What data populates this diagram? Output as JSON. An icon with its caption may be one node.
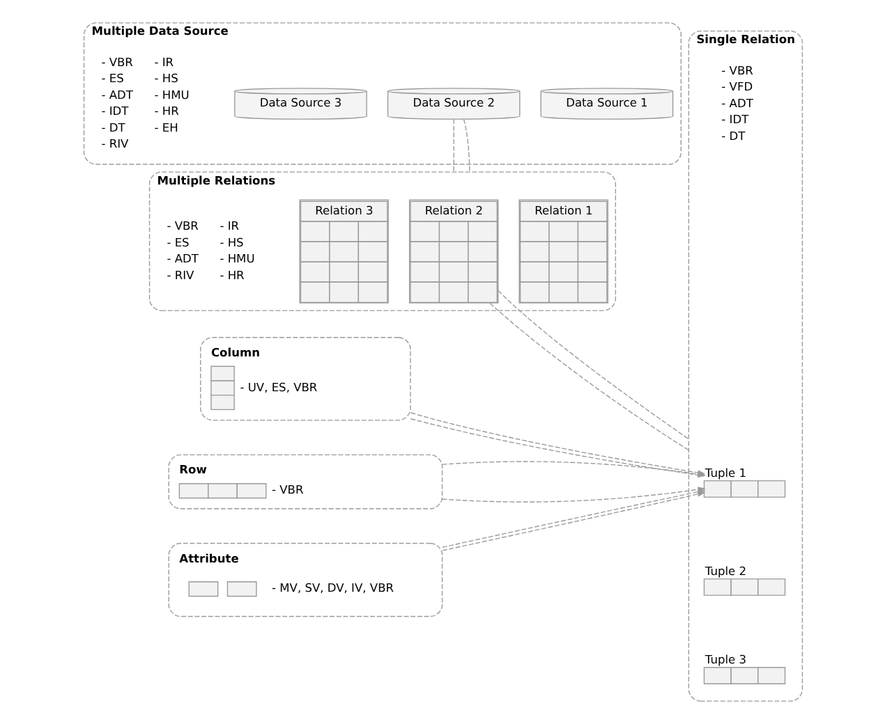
{
  "diagram": {
    "nodes": [
      {
        "text": [
          "Multiple Data Source",
          "- VBR",
          "- ES",
          "- ADT",
          "- IDT",
          "- DT",
          "- RIV",
          "- IR",
          "- HS",
          "- HMU",
          "- HR",
          "- EH"
        ]
      },
      {
        "text": [
          "Data Source 1"
        ],
        "in": 0
      },
      {
        "text": [
          "Data Source 2"
        ],
        "in": 0
      },
      {
        "text": [
          "Data Source 3"
        ],
        "in": 0
      },
      {
        "text": [
          "Multiple Relations",
          "- VBR",
          "- ES",
          "- ADT",
          "- RIV",
          "- IR",
          "- HS",
          "- HMU",
          "- HR"
        ]
      },
      {
        "text": [
          "Relation 1"
        ],
        "in": 4
      },
      {
        "text": [
          "Relation 2"
        ],
        "in": 4
      },
      {
        "text": [
          "Relation 3"
        ],
        "in": 4
      },
      {
        "text": [
          "Single Relation",
          "- VBR",
          "- VFD",
          "- ADT",
          "- IDT",
          "- DT"
        ]
      },
      {
        "text": [
          "Tuple 1"
        ],
        "in": 8
      },
      {
        "text": [
          "Tuple 2"
        ],
        "in": 8
      },
      {
        "text": [
          "Tuple 3"
        ],
        "in": 8
      },
      {
        "text": [
          "Column",
          "- UV, ES, VBR"
        ]
      },
      {
        "text": [
          "Row",
          "- VBR"
        ]
      },
      {
        "text": [
          "Attribute",
          "- MV, SV, DV, IV, VBR"
        ]
      }
    ],
    "edges": [
      {
        "from": 2,
        "to": 4,
        "arrow": "none",
        "style": "dashed"
      },
      {
        "from": 2,
        "to": 4,
        "arrow": "none",
        "style": "dashed"
      },
      {
        "from": 6,
        "to": 8,
        "arrow": "none",
        "style": "dashed"
      },
      {
        "from": 6,
        "to": 8,
        "arrow": "none",
        "style": "dashed"
      },
      {
        "from": 12,
        "to": 9,
        "arrow": "to",
        "style": "dashed"
      },
      {
        "from": 12,
        "to": 9,
        "arrow": "to",
        "style": "dashed"
      },
      {
        "from": 13,
        "to": 9,
        "arrow": "to",
        "style": "dashed"
      },
      {
        "from": 13,
        "to": 9,
        "arrow": "to",
        "style": "dashed"
      },
      {
        "from": 14,
        "to": 9,
        "arrow": "to",
        "style": "dashed"
      },
      {
        "from": 14,
        "to": 9,
        "arrow": "to",
        "style": "dashed"
      }
    ]
  }
}
